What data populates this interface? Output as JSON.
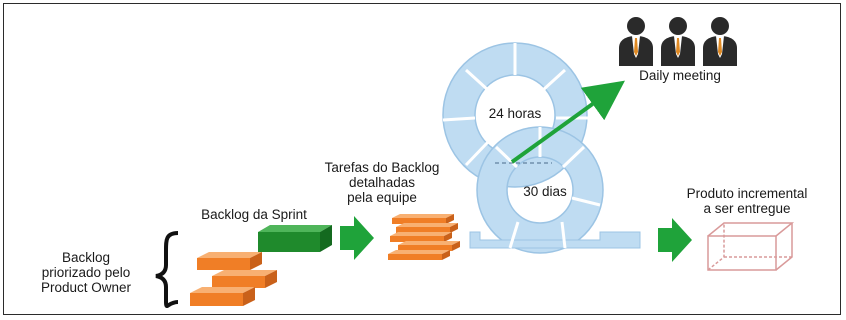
{
  "labels": {
    "backlog_produto": "Backlog\npriorizado pelo\nProduct Owner",
    "backlog_sprint": "Backlog da Sprint",
    "tarefas": "Tarefas do Backlog\ndetalhadas\npela equipe",
    "ciclo_diario": "24 horas",
    "ciclo_sprint": "30 dias",
    "daily": "Daily meeting",
    "produto": "Produto incremental\na ser entregue"
  },
  "colors": {
    "orange": "#f07e26",
    "green_box": "#1f8a2c",
    "arrow_green": "#1fa33a",
    "cycle_blue": "#bfdcf2",
    "cycle_stroke": "#9cc4e4",
    "product_red": "#d99a9a",
    "people_dark": "#2a2a2a"
  },
  "icons": [
    "brace-icon",
    "arrow-right-icon",
    "arrow-up-right-icon",
    "person-icon"
  ]
}
